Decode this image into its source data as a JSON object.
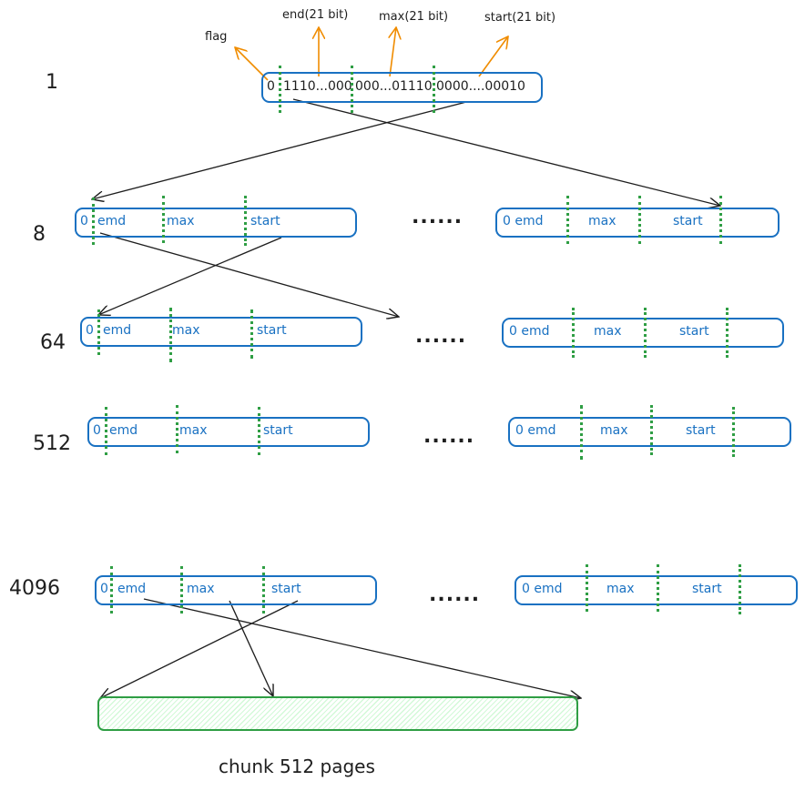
{
  "title_annotations": {
    "flag": "flag",
    "end": "end(21 bit)",
    "max": "max(21 bit)",
    "start": "start(21 bit)"
  },
  "root": {
    "level": "1",
    "flag_bit": "0",
    "end_bits": "1110...000",
    "max_bits": "000...01110",
    "start_bits": "0000....00010"
  },
  "levels": [
    {
      "level": "8",
      "left": {
        "flag": "0",
        "end": "emd",
        "max": "max",
        "start": "start"
      },
      "ellipsis": "......",
      "right": {
        "flag_end": "0 emd",
        "max": "max",
        "start": "start"
      }
    },
    {
      "level": "64",
      "left": {
        "flag": "0",
        "end": "emd",
        "max": "max",
        "start": "start"
      },
      "ellipsis": "......",
      "right": {
        "flag_end": "0 emd",
        "max": "max",
        "start": "start"
      }
    },
    {
      "level": "512",
      "left": {
        "flag": "0",
        "end": "emd",
        "max": "max",
        "start": "start"
      },
      "ellipsis": "......",
      "right": {
        "flag_end": "0 emd",
        "max": "max",
        "start": "start"
      }
    },
    {
      "level": "4096",
      "left": {
        "flag": "0",
        "end": "emd",
        "max": "max",
        "start": "start"
      },
      "ellipsis": "......",
      "right": {
        "flag_end": "0 emd",
        "max": "max",
        "start": "start"
      }
    }
  ],
  "chunk": {
    "label": "chunk 512 pages"
  },
  "colors": {
    "box_stroke": "#1971c2",
    "separator": "#2f9e44",
    "annotation_arrow": "#f08c00",
    "chunk_fill": "#b2f2bb",
    "arrow": "#1e1e1e"
  }
}
